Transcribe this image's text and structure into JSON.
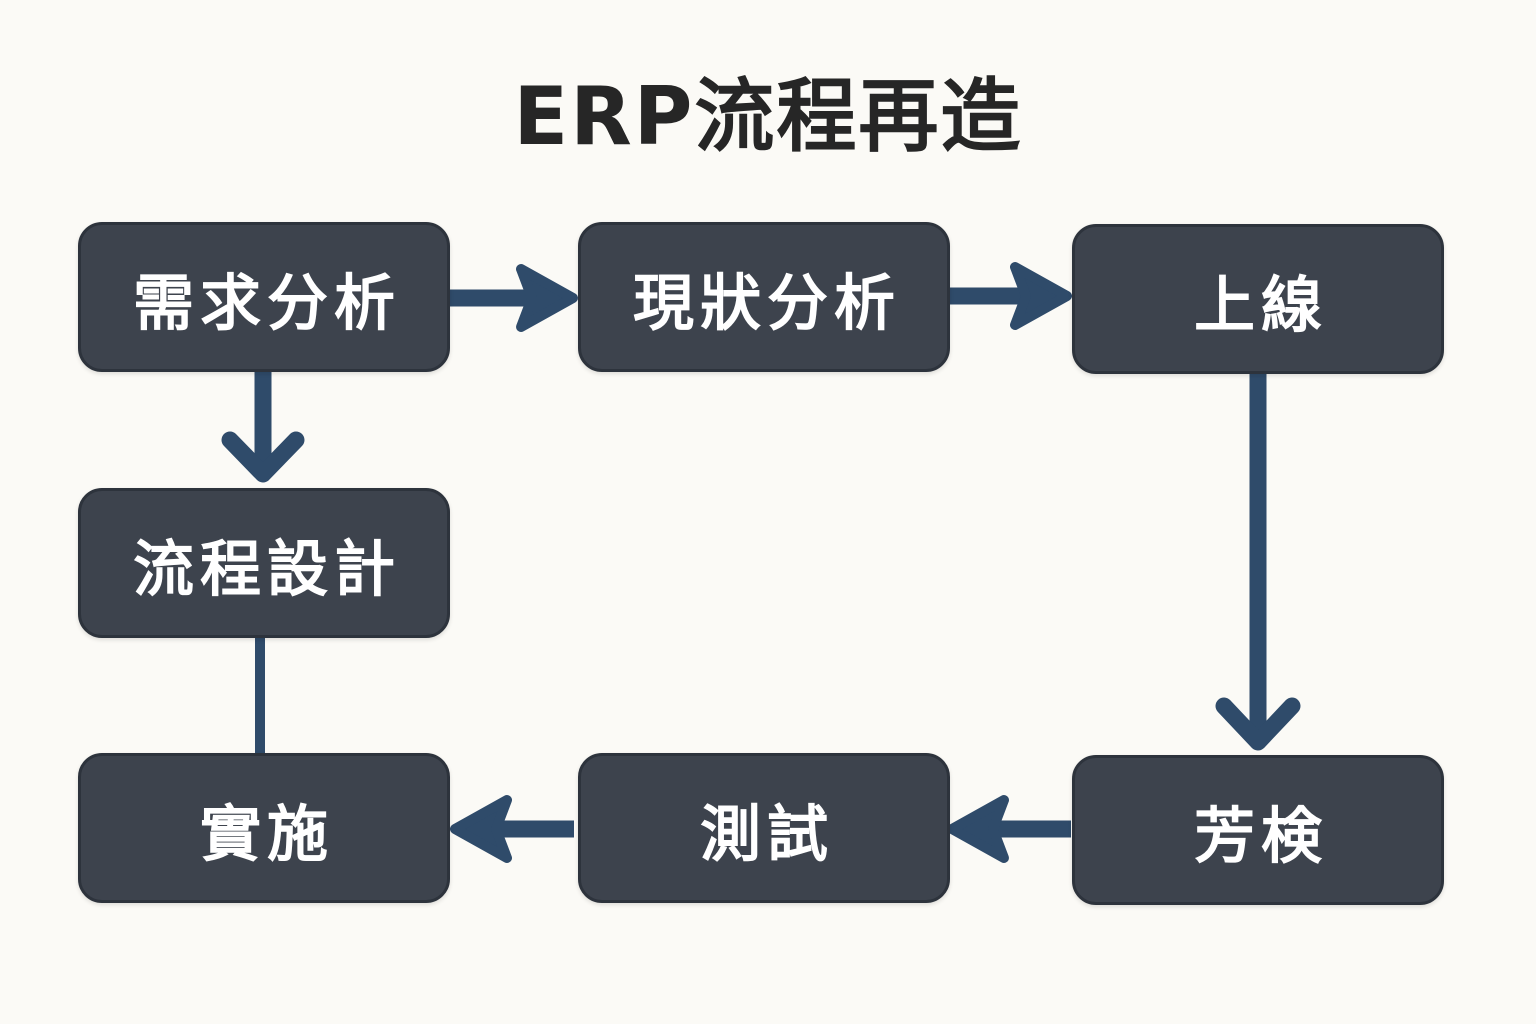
{
  "title": "ERP流程再造",
  "colors": {
    "background": "#fbfaf6",
    "node_fill": "#3d434d",
    "node_border": "#2d333c",
    "node_text": "#ffffff",
    "arrow": "#2f4b6a",
    "title_text": "#262626"
  },
  "nodes": [
    {
      "id": "requirements-analysis",
      "label": "需求分析"
    },
    {
      "id": "current-state-analysis",
      "label": "現狀分析"
    },
    {
      "id": "go-live",
      "label": "上線"
    },
    {
      "id": "process-design",
      "label": "流程設計"
    },
    {
      "id": "implementation",
      "label": "實施"
    },
    {
      "id": "testing",
      "label": "測試"
    },
    {
      "id": "review",
      "label": "芳検"
    }
  ],
  "edges": [
    {
      "from": "需求分析",
      "to": "現狀分析",
      "style": "arrow",
      "direction": "right"
    },
    {
      "from": "現狀分析",
      "to": "上線",
      "style": "arrow",
      "direction": "right"
    },
    {
      "from": "需求分析",
      "to": "流程設計",
      "style": "arrow",
      "direction": "down"
    },
    {
      "from": "流程設計",
      "to": "實施",
      "style": "line",
      "direction": "down"
    },
    {
      "from": "上線",
      "to": "芳検",
      "style": "arrow",
      "direction": "down"
    },
    {
      "from": "芳検",
      "to": "測試",
      "style": "arrow",
      "direction": "left"
    },
    {
      "from": "測試",
      "to": "實施",
      "style": "arrow",
      "direction": "left"
    }
  ]
}
